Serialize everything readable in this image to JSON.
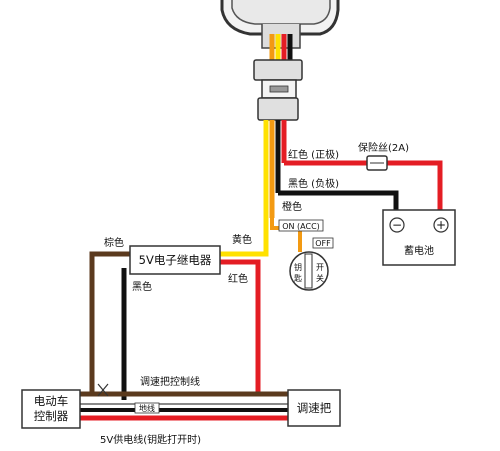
{
  "labels": {
    "fuse": "保险丝(2A)",
    "red_positive": "红色 (正极)",
    "black_negative": "黑色 (负极)",
    "orange": "橙色",
    "yellow": "黄色",
    "brown": "棕色",
    "black": "黑色",
    "red": "红色",
    "speed_control_line": "调速把控制线",
    "ground_wire": "地线",
    "supply_line": "5V供电线(钥匙打开时)"
  },
  "components": {
    "relay": "5V电子继电器",
    "battery": "蓄电池",
    "battery_minus": "−",
    "battery_plus": "+",
    "key_on": "ON (ACC)",
    "key_off": "OFF",
    "key_left": "钥匙",
    "key_right": "开关",
    "controller_line1": "电动车",
    "controller_line2": "控制器",
    "throttle": "调速把"
  },
  "colors": {
    "red": "#e41d24",
    "black": "#111111",
    "orange": "#f39a12",
    "yellow": "#ffe100",
    "brown": "#5b3a1e",
    "grey": "#8a8a8a"
  }
}
